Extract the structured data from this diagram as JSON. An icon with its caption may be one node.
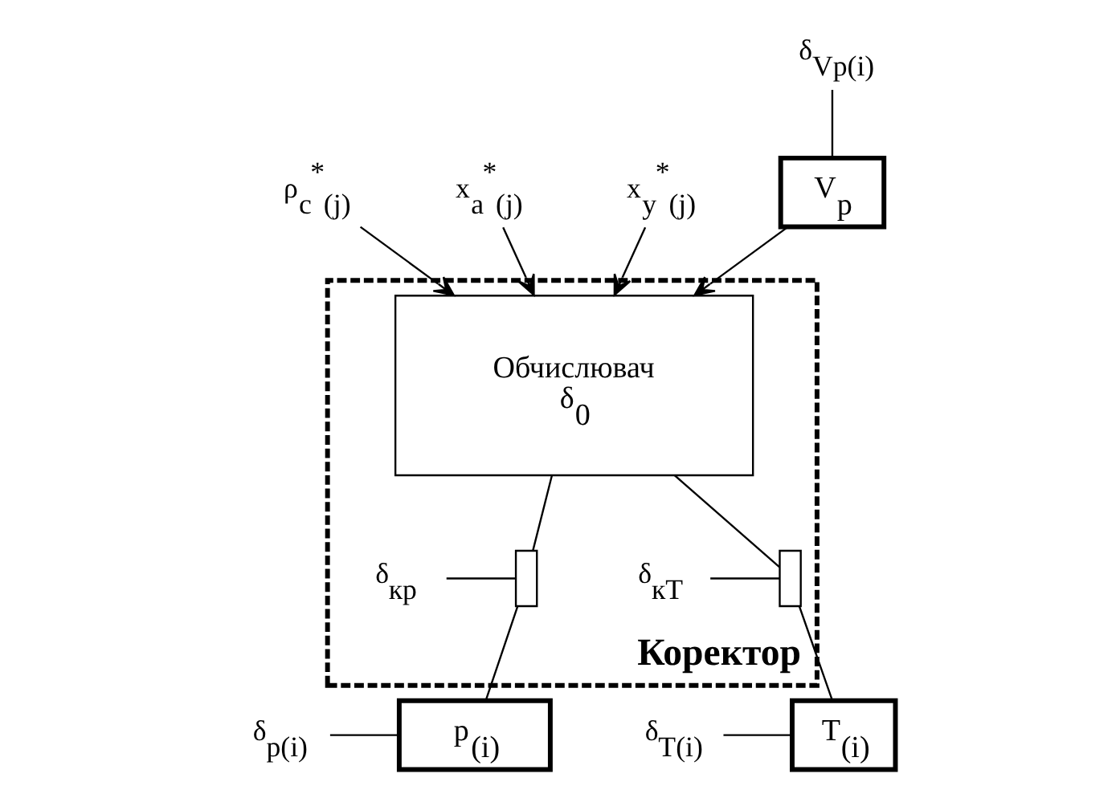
{
  "diagram": {
    "nodes": [
      {
        "text": [
          "Коректор"
        ]
      },
      {
        "text": [
          "Обчислювач",
          "δ$_{0}$"
        ],
        "in": 0
      },
      {
        "text": [],
        "shape": "box",
        "in": 0
      },
      {
        "text": [],
        "shape": "box",
        "in": 0
      },
      {
        "text": [
          "δ$_{кр}$"
        ],
        "in": 0
      },
      {
        "text": [
          "δ$_{кТ}$"
        ],
        "in": 0
      },
      {
        "text": [
          "ρ$_{c}$$^{*}$$_{(j)}$"
        ]
      },
      {
        "text": [
          "x$_{a}$$^{*}$$_{(j)}$"
        ]
      },
      {
        "text": [
          "x$_{y}$$^{*}$$_{(j)}$"
        ]
      },
      {
        "text": [
          "V$_{p}$"
        ]
      },
      {
        "text": [
          "δ$_{Vp(i)}$"
        ]
      },
      {
        "text": [
          "p$_{(i)}$"
        ]
      },
      {
        "text": [
          "δ$_{p(i)}$"
        ]
      },
      {
        "text": [
          "T$_{(i)}$"
        ]
      },
      {
        "text": [
          "δ$_{T(i)}$"
        ]
      }
    ],
    "edges": [
      {
        "from": 6,
        "to": 1,
        "arrow": "to"
      },
      {
        "from": 7,
        "to": 1,
        "arrow": "to"
      },
      {
        "from": 8,
        "to": 1,
        "arrow": "to"
      },
      {
        "from": 9,
        "to": 1,
        "arrow": "to"
      },
      {
        "from": 1,
        "to": 2,
        "arrow": "none"
      },
      {
        "from": 1,
        "to": 3,
        "arrow": "none"
      },
      {
        "from": 4,
        "to": 2,
        "arrow": "none"
      },
      {
        "from": 5,
        "to": 3,
        "arrow": "none"
      },
      {
        "from": 2,
        "to": 11,
        "arrow": "none"
      },
      {
        "from": 3,
        "to": 13,
        "arrow": "none"
      },
      {
        "from": 10,
        "to": 9,
        "arrow": "none"
      },
      {
        "from": 12,
        "to": 11,
        "arrow": "none"
      },
      {
        "from": 14,
        "to": 13,
        "arrow": "none"
      }
    ]
  }
}
